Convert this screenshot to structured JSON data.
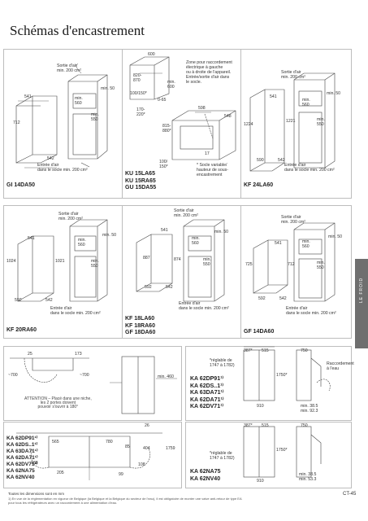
{
  "title": "Schémas d'encastrement",
  "panels": {
    "p1": {
      "model": "GI 14DA50",
      "air_out": "Sortie d'air\nmin. 200 cm²",
      "air_in": "Entrée d'air\ndans le socle min. 200 cm²",
      "dims": [
        "541",
        "712",
        "min.\n560",
        "min.\n550",
        "542",
        "min. 50"
      ]
    },
    "p2": {
      "model": "KU 15LA65\nKU 15RA65\nGU 15DA55",
      "zone": "Zone pour raccordement\nélectrique à gauche\nou à droite de l'appareil.\nEntrée/sortie d'air dans\nle socle.",
      "socle": "* Socle variable/\nhauteur de sous-\nencastrement",
      "dims": [
        "600",
        "100/150*",
        "min.\n600",
        "820-\n870",
        "0-65",
        "170-\n220*",
        "815-\n880*",
        "598",
        "548",
        "17",
        "100/\n150*"
      ]
    },
    "p3": {
      "model": "KF 24LA60",
      "air_out": "Sortie d'air\nmin. 200 cm²",
      "air_in": "Entrée d'air\ndans le socle min. 200 cm²",
      "dims": [
        "541",
        "1221",
        "1224",
        "min.\n560",
        "min.\n550",
        "590",
        "542",
        "min. 50"
      ]
    },
    "p4": {
      "model": "KF 20RA60",
      "air_out": "Sortie d'air\nmin. 200 cm²",
      "air_in": "Entrée d'air\ndans le socle min. 200 cm²",
      "dims": [
        "541",
        "1021",
        "1024",
        "min.\n560",
        "min.\n550",
        "592",
        "542",
        "min. 50"
      ]
    },
    "p5": {
      "model": "KF 18LA60\nKF 18RA60\nGF 18DA60",
      "air_out": "Sortie d'air\nmin. 200 cm²",
      "air_in": "Entrée d'air\ndans le socle min. 200 cm²",
      "dims": [
        "541",
        "887",
        "874",
        "min.\n560",
        "min.\n550",
        "592",
        "542",
        "min. 50"
      ]
    },
    "p6": {
      "model": "GF 14DA60",
      "air_out": "Sortie d'air\nmin. 200 cm²",
      "air_in": "Entrée d'air\ndans le socle min. 200 cm²",
      "dims": [
        "541",
        "725",
        "712",
        "min.\n560",
        "min.\n550",
        "592",
        "542",
        "min. 50"
      ]
    },
    "p7": {
      "attention": "ATTENTION – Placé dans une niche,\nles 2 portes doivent\npouvoir s'ouvrir à 180°",
      "dims": [
        "25",
        "173",
        "~700",
        "~700",
        "min. 460"
      ]
    },
    "p8": {
      "models": "KA 62DP91¹⁾\nKA 62DS..1¹⁾\nKA 63DA71¹⁾\nKA 62DA71¹⁾\nKA 62DV71¹⁾",
      "reglable": "*réglable de\n1747 à 1782)",
      "raccord": "Raccordement\nà l'eau",
      "dims": [
        "387*",
        "515",
        "1750*",
        "910",
        "750",
        "min. 38.5",
        "min. 92.3"
      ]
    },
    "p9": {
      "models": "KA 62DP91¹⁾\nKA 62DS..1¹⁾\nKA 63DA71¹⁾\nKA 62DA71¹⁾\nKA 62DV71¹⁾\nKA 62NA75\nKA 62NV40",
      "dims": [
        "26",
        "565",
        "780",
        "85",
        "404",
        "1759",
        "188",
        "205",
        "108",
        "99"
      ]
    },
    "p10": {
      "models": "KA 62NA75\nKA 62NV40",
      "reglable": "*réglable de\n1747 à 1782)",
      "dims": [
        "387*",
        "515",
        "1750*",
        "910",
        "750",
        "min. 38.5",
        "min. 53.3"
      ]
    }
  },
  "tab_label": "LE FROID",
  "footer": {
    "note": "Toutes les dimensions sont en mm",
    "footnote": "1) En vue de la réglementation en vigueur de Belgique (la Belgique et la Belgique du secteur de l'eau), il est obligatoire de monter une valve anti-retour de type EA\npour tous les réfrigérateurs avec un raccordement à une alimentation d'eau.",
    "page": "CT-45"
  },
  "colors": {
    "line": "#444444",
    "panel_border": "#bdbdbd",
    "tab": "#6f6f6f"
  }
}
